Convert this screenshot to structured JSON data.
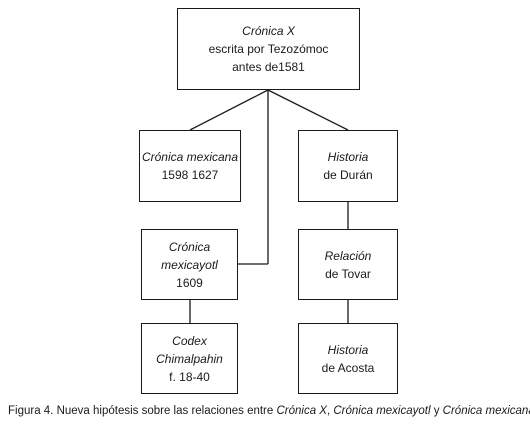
{
  "boxes": {
    "cronica_x": {
      "title": "Crónica X",
      "line2": "escrita por Tezozómoc",
      "line3": "antes de1581"
    },
    "cronica_mexicana": {
      "title": "Crónica mexicana",
      "line2": "1598 1627"
    },
    "cronica_mexicayotl": {
      "title_a": "Crónica",
      "title_b": "mexicayotl",
      "line2": "1609"
    },
    "codex_chimalpahin": {
      "title_a": "Codex",
      "title_b": "Chimalpahin",
      "line2": "f. 18-40"
    },
    "historia_duran": {
      "title": "Historia",
      "line2": "de Durán"
    },
    "relacion_tovar": {
      "title": "Relación",
      "line2": "de Tovar"
    },
    "historia_acosta": {
      "title": "Historia",
      "line2": "de Acosta"
    }
  },
  "caption": {
    "prefix": "Figura 4. Nueva hipótesis sobre las relaciones entre ",
    "work1": "Crónica X",
    "sep1": ", ",
    "work2": "Crónica mexicayotl",
    "sep2": " y ",
    "work3": "Crónica mexicana"
  }
}
